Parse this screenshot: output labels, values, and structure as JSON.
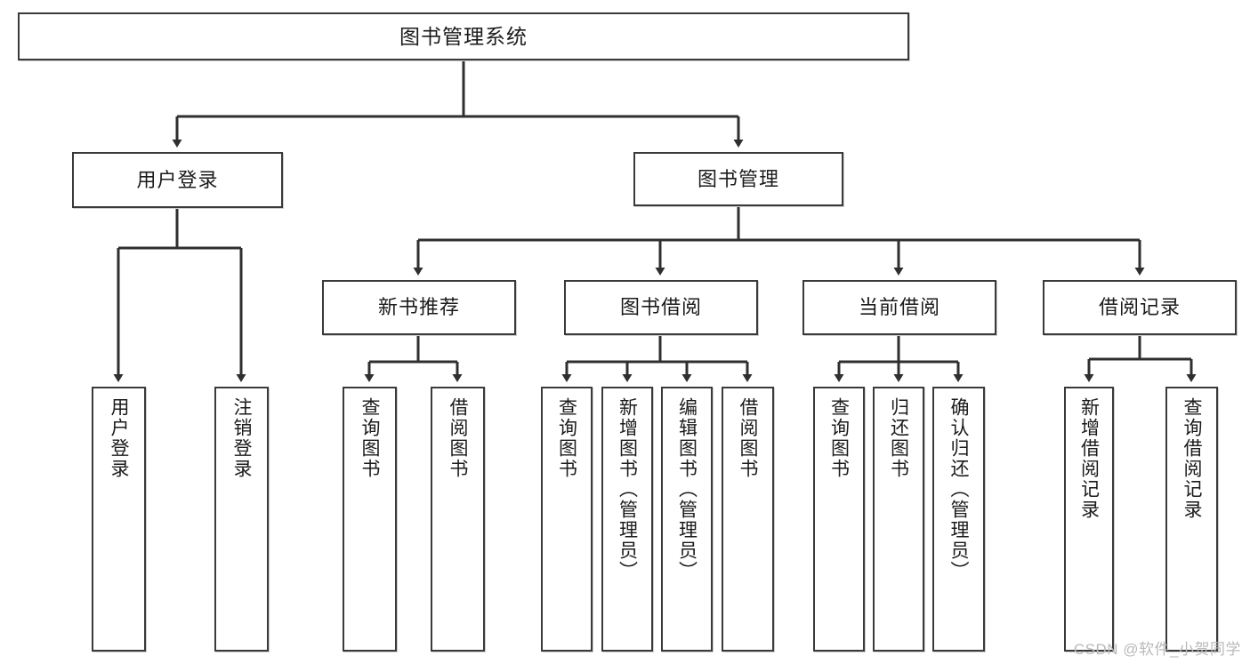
{
  "diagram": {
    "type": "tree-hierarchy-chart",
    "title": "图书管理系统",
    "root": {
      "label": "图书管理系统"
    },
    "level2": [
      {
        "label": "用户登录"
      },
      {
        "label": "图书管理"
      }
    ],
    "level3": [
      {
        "label": "新书推荐"
      },
      {
        "label": "图书借阅"
      },
      {
        "label": "当前借阅"
      },
      {
        "label": "借阅记录"
      }
    ],
    "leaves": {
      "user_login": [
        {
          "label": "用户登录"
        },
        {
          "label": "注销登录"
        }
      ],
      "new_book": [
        {
          "label": "查询图书"
        },
        {
          "label": "借阅图书"
        }
      ],
      "book_borrow": [
        {
          "label": "查询图书"
        },
        {
          "label": "新增图书（管理员）"
        },
        {
          "label": "编辑图书（管理员）"
        },
        {
          "label": "借阅图书"
        }
      ],
      "current_borrow": [
        {
          "label": "查询图书"
        },
        {
          "label": "归还图书"
        },
        {
          "label": "确认归还（管理员）"
        }
      ],
      "borrow_record": [
        {
          "label": "新增借阅记录"
        },
        {
          "label": "查询借阅记录"
        }
      ]
    }
  },
  "watermark": {
    "text": "CSDN @软件_小贺同学"
  },
  "colors": {
    "box_border": "#3a3a3a",
    "background": "#ffffff",
    "text": "#1b1b1b",
    "watermark": "#b9b9b9"
  }
}
